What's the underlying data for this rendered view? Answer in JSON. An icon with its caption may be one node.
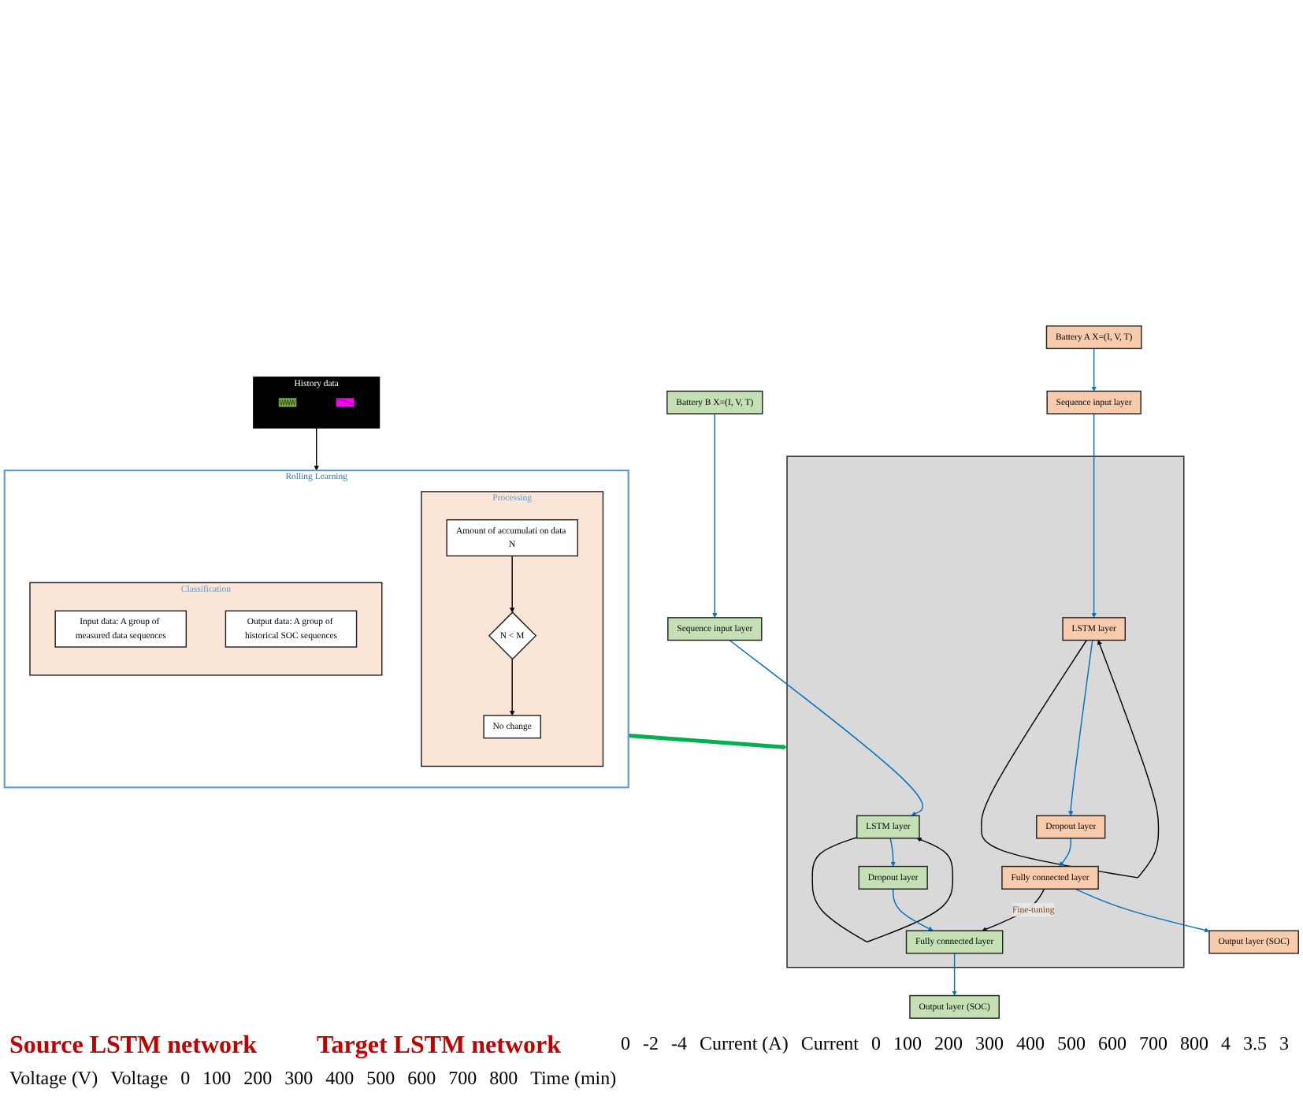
{
  "diagram": {
    "nodes": [
      {
        "text": [
          "Battery A X=(I, V, T)"
        ]
      },
      {
        "text": [
          "Battery B X=(I, V, T)"
        ]
      },
      {
        "text": [
          "Sequence input layer"
        ]
      },
      {
        "text": [
          "Sequence input layer"
        ]
      },
      {
        "text": [],
        "shape": "box"
      },
      {
        "text": [
          "LSTM layer"
        ],
        "in": 4
      },
      {
        "text": [
          "LSTM layer"
        ],
        "in": 4
      },
      {
        "text": [
          "Dropout layer"
        ],
        "in": 4
      },
      {
        "text": [
          "Dropout layer"
        ],
        "in": 4
      },
      {
        "text": [
          "Fully connected layer"
        ],
        "in": 4
      },
      {
        "text": [
          "Fully connected layer"
        ],
        "in": 4
      },
      {
        "text": [
          "Output layer (SOC)"
        ]
      },
      {
        "text": [
          "Output layer (SOC)"
        ]
      },
      {
        "text": [
          "History data"
        ]
      },
      {
        "text": [],
        "shape": "picture",
        "in": 13
      },
      {
        "text": [],
        "shape": "picture",
        "in": 13
      },
      {
        "text": [
          "Rolling Learning"
        ]
      },
      {
        "text": [
          "Classification"
        ],
        "in": 16
      },
      {
        "text": [
          "Input data: A group of measured data sequences"
        ],
        "in": 17
      },
      {
        "text": [
          "Output data: A group of historical SOC sequences"
        ],
        "in": 17
      },
      {
        "text": [
          "Processing"
        ],
        "in": 16
      },
      {
        "text": [
          "Amount of accumulati on data N"
        ],
        "in": 20
      },
      {
        "text": [
          "N < M"
        ],
        "in": 20
      },
      {
        "text": [
          "No change"
        ],
        "in": 20
      }
    ],
    "edges": [
      {
        "from": 0,
        "to": 2,
        "arrow": "to"
      },
      {
        "from": 1,
        "to": 3,
        "arrow": "to"
      },
      {
        "from": 2,
        "to": 5,
        "arrow": "to"
      },
      {
        "from": 3,
        "to": 6,
        "arrow": "to"
      },
      {
        "from": 5,
        "to": 5,
        "arrow": "to",
        "color": "#000000"
      },
      {
        "from": 6,
        "to": 6,
        "arrow": "to",
        "color": "#000000"
      },
      {
        "from": 5,
        "to": 7,
        "arrow": "to"
      },
      {
        "from": 6,
        "to": 8,
        "arrow": "to"
      },
      {
        "from": 7,
        "to": 9,
        "arrow": "to"
      },
      {
        "from": 8,
        "to": 10,
        "arrow": "to"
      },
      {
        "from": 9,
        "to": 10,
        "arrow": "to",
        "label": "Fine-tuning",
        "color": "#000000"
      },
      {
        "from": 9,
        "to": 11,
        "arrow": "to"
      },
      {
        "from": 10,
        "to": 12,
        "arrow": "to"
      },
      {
        "from": 13,
        "to": 16,
        "arrow": "to",
        "color": "#000000"
      },
      {
        "from": 16,
        "to": 4,
        "arrow": "to",
        "style": "thick",
        "color": "#00b050"
      },
      {
        "from": 21,
        "to": 22,
        "arrow": "to",
        "color": "#000000"
      },
      {
        "from": 22,
        "to": 23,
        "arrow": "to",
        "color": "#000000"
      }
    ],
    "labels": [
      "Source LSTM network",
      "Target LSTM network",
      "0",
      "-2",
      "-4",
      "Current (A)",
      "Current",
      "0",
      "100",
      "200",
      "300",
      "400",
      "500",
      "600",
      "700",
      "800",
      "4",
      "3.5",
      "3",
      "Voltage (V)",
      "Voltage",
      "0",
      "100",
      "200",
      "300",
      "400",
      "500",
      "600",
      "700",
      "800",
      "Time (min)"
    ]
  }
}
